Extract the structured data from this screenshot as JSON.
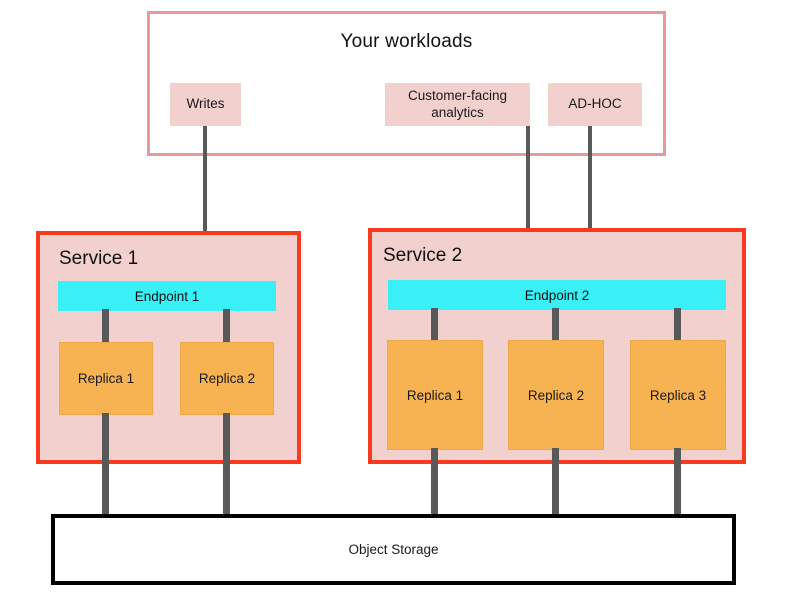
{
  "diagram": {
    "title": "Your workloads",
    "colors": {
      "workload_border": "#e89a9a",
      "chip_fill": "#f2d0cd",
      "service_border": "#f83a21",
      "service_fill": "#f2d0cd",
      "endpoint_fill": "#39f0f7",
      "replica_fill": "#f7b252",
      "connector": "#595959",
      "storage_border": "#000000",
      "background": "#ffffff"
    }
  },
  "workloads": {
    "title": "Your workloads",
    "chips": [
      {
        "label": "Writes"
      },
      {
        "label": "Customer-facing analytics"
      },
      {
        "label": "AD-HOC"
      }
    ]
  },
  "services": [
    {
      "title": "Service 1",
      "endpoint": "Endpoint 1",
      "replicas": [
        {
          "label": "Replica 1"
        },
        {
          "label": "Replica 2"
        }
      ]
    },
    {
      "title": "Service 2",
      "endpoint": "Endpoint 2",
      "replicas": [
        {
          "label": "Replica 1"
        },
        {
          "label": "Replica 2"
        },
        {
          "label": "Replica 3"
        }
      ]
    }
  ],
  "storage": {
    "label": "Object Storage"
  }
}
